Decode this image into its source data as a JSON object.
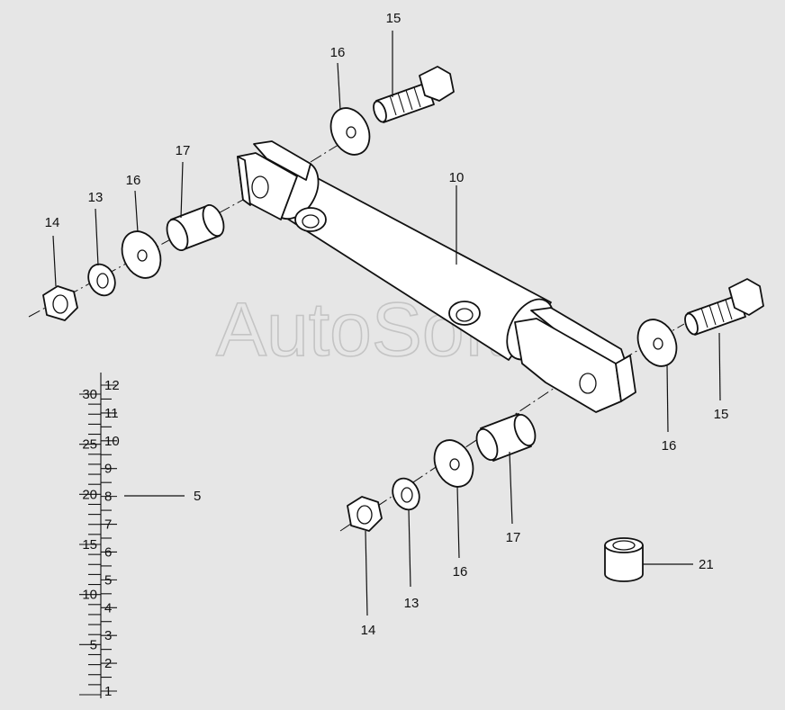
{
  "watermark": "AutoSoft",
  "callouts": {
    "c14a": "14",
    "c13a": "13",
    "c16a": "16",
    "c17a": "17",
    "c16b": "16",
    "c15a": "15",
    "c10": "10",
    "c16c": "16",
    "c15b": "15",
    "c17b": "17",
    "c16d": "16",
    "c13b": "13",
    "c14b": "14",
    "c21": "21",
    "c5": "5"
  },
  "ruler": {
    "left": [
      "30",
      "25",
      "20",
      "15",
      "10",
      "5"
    ],
    "right": [
      "12",
      "11",
      "10",
      "9",
      "8",
      "7",
      "6",
      "5",
      "4",
      "3",
      "2",
      "1"
    ]
  }
}
